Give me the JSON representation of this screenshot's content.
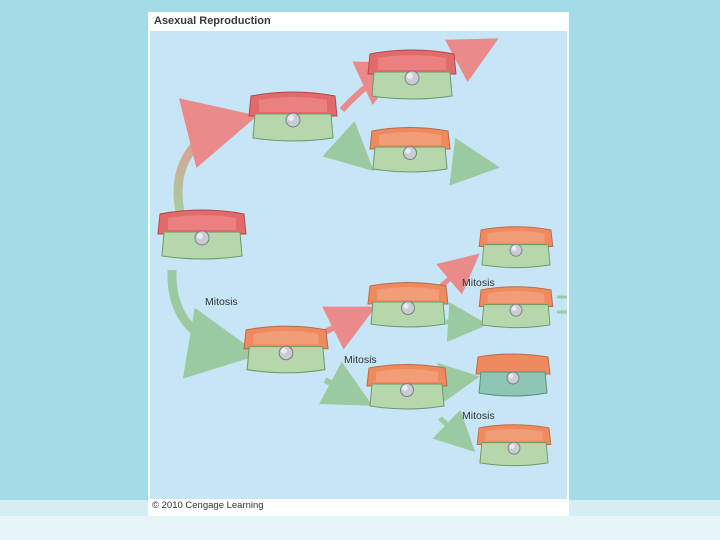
{
  "figure": {
    "title": "Asexual Reproduction",
    "credit": "© 2010 Cengage Learning",
    "labels": [
      "Mitosis",
      "Mitosis",
      "Mitosis",
      "Mitosis"
    ]
  },
  "colors": {
    "background": "#a3dbe7",
    "panel": "#c6e5f7",
    "red_top": "#e36a6a",
    "orange_top": "#ee8a5e",
    "green_bottom": "#a8cf9c",
    "teal_bottom": "#8fc5b4",
    "nucleus": "#c9ccd3"
  },
  "diagram": {
    "cells": [
      {
        "top": "red",
        "bottom": "green"
      },
      {
        "top": "red",
        "bottom": "green"
      },
      {
        "top": "red",
        "bottom": "green"
      },
      {
        "top": "orange",
        "bottom": "green"
      },
      {
        "top": "orange",
        "bottom": "green"
      },
      {
        "top": "orange",
        "bottom": "green"
      },
      {
        "top": "orange",
        "bottom": "green"
      },
      {
        "top": "orange",
        "bottom": "green"
      },
      {
        "top": "orange",
        "bottom": "green"
      },
      {
        "top": "orange",
        "bottom": "teal"
      },
      {
        "top": "orange",
        "bottom": "green"
      }
    ]
  }
}
